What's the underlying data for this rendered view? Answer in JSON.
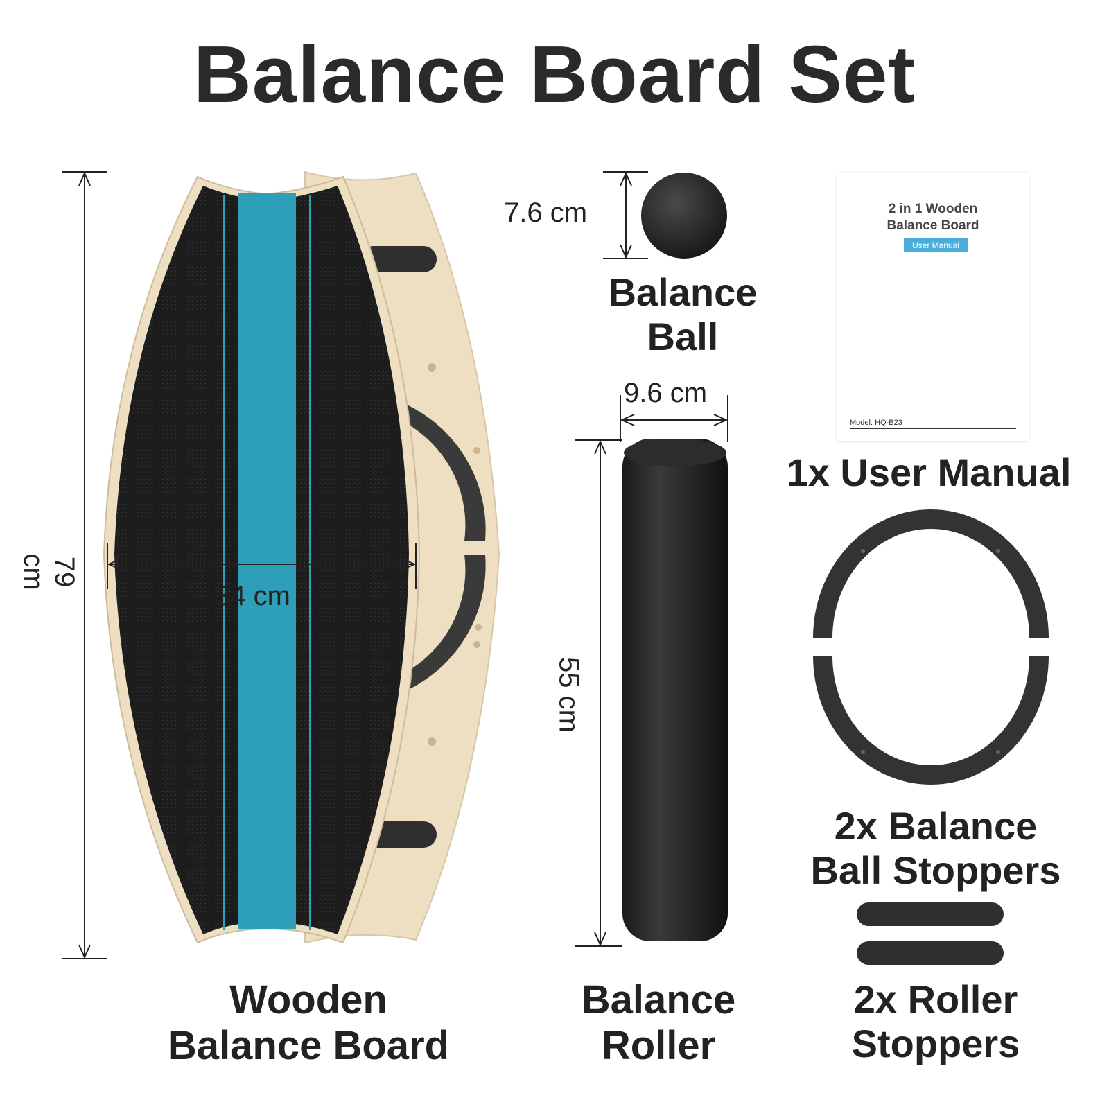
{
  "title": "Balance Board Set",
  "board": {
    "height_label": "79 cm",
    "width_label": "34 cm",
    "name_line1": "Wooden",
    "name_line2": "Balance Board"
  },
  "ball": {
    "diameter_label": "7.6 cm",
    "name_line1": "Balance",
    "name_line2": "Ball"
  },
  "roller": {
    "diameter_label": "9.6 cm",
    "length_label": "55 cm",
    "name_line1": "Balance",
    "name_line2": "Roller"
  },
  "manual": {
    "cover_title_line1": "2 in 1 Wooden",
    "cover_title_line2": "Balance Board",
    "cover_badge": "User Manual",
    "model": "Model: HQ-B23",
    "name": "1x User Manual"
  },
  "ball_stoppers": {
    "name_line1": "2x Balance",
    "name_line2": "Ball Stoppers"
  },
  "roller_stoppers": {
    "name_line1": "2x Roller",
    "name_line2": "Stoppers"
  },
  "colors": {
    "grip": "#1c1c1c",
    "stripe": "#2e9fb8",
    "wood": "#eedfc2",
    "plastic": "#3a3a3a"
  }
}
